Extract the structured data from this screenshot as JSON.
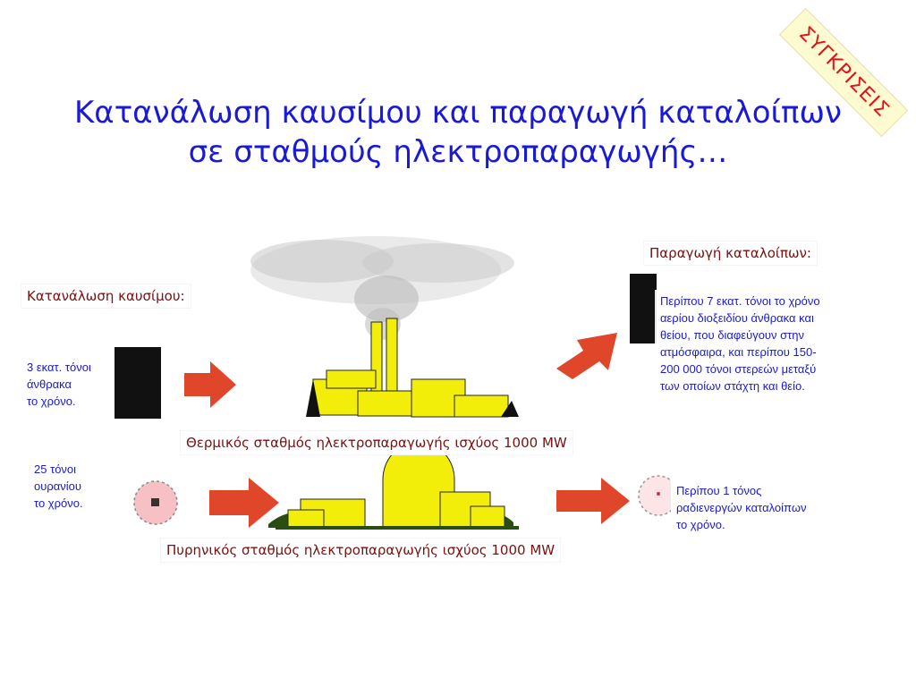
{
  "title": {
    "line1": "Κατανάλωση καυσίμου και παραγωγή καταλοίπων",
    "line2": "σε σταθμούς ηλεκτροπαραγωγής…"
  },
  "stamp": "ΣΥΓΚΡΙΣΕΙΣ",
  "headers": {
    "fuel": "Κατανάλωση καυσίμου:",
    "waste": "Παραγωγή καταλοίπων:"
  },
  "thermal": {
    "caption": "Θερμικός σταθμός ηλεκτροπαραγωγής ισχύος 1000 MW",
    "input_lines": [
      "3 εκατ. τόνοι",
      "άνθρακα",
      "το χρόνο."
    ],
    "output_lines": [
      "Περίπου 7 εκατ. τόνοι το χρόνο",
      "αερίου διοξειδίου  άνθρακα και",
      "θείου, που διαφεύγουν στην",
      "ατμόσφαιρα, και περίπου 150-",
      "200 000 τόνοι στερεών μεταξύ",
      "των οποίων στάχτη και θείο."
    ]
  },
  "nuclear": {
    "caption": "Πυρηνικός σταθμός ηλεκτροπαραγωγής ισχύος 1000 MW",
    "input_lines": [
      "25 τόνοι",
      "ουρανίου",
      "το χρόνο."
    ],
    "output_lines": [
      "Περίπου 1 τόνος",
      "ραδιενεργών καταλοίπων",
      "το χρόνο."
    ]
  },
  "colors": {
    "title": "#1a1ad6",
    "arrow": "#e0462a",
    "building": "#f2ee0a",
    "coal": "#111111",
    "uranium_disc": "#f7c0c4",
    "label_red": "#7a1010"
  },
  "icons": {
    "coal": "coal-block-icon",
    "smoke": "smoke-cloud-icon",
    "uranium": "uranium-pellet-icon",
    "waste_drum": "waste-drum-icon"
  }
}
